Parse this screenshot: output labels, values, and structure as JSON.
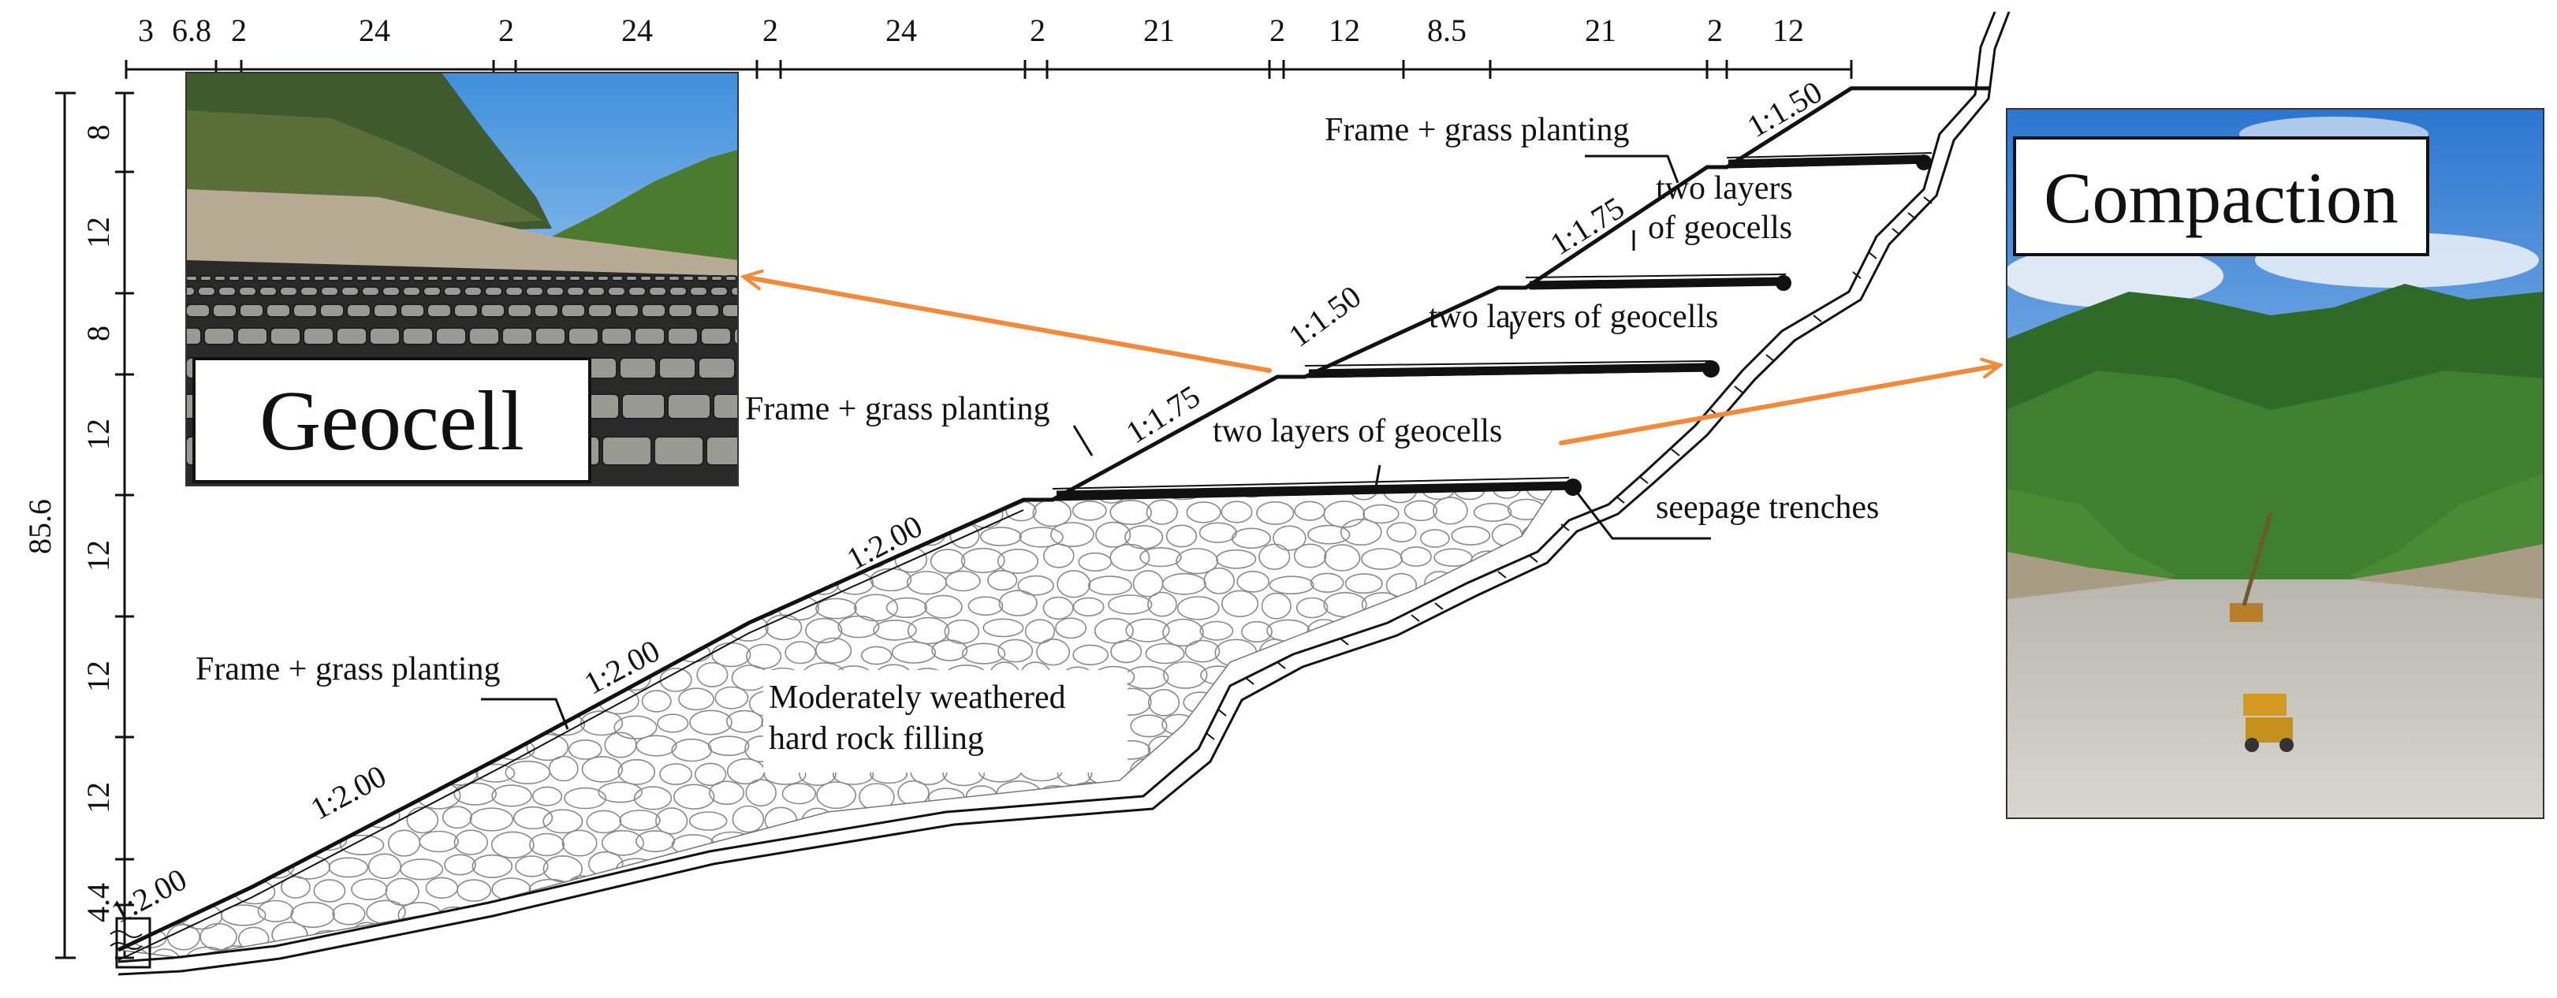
{
  "top_dimensions": [
    "3",
    "6.8",
    "2",
    "24",
    "2",
    "24",
    "2",
    "24",
    "2",
    "21",
    "2",
    "12",
    "8.5",
    "21",
    "2",
    "12"
  ],
  "left_dimensions": [
    "8",
    "12",
    "8",
    "12",
    "12",
    "12",
    "12",
    "4.4"
  ],
  "total_height": "85.6",
  "slope_ratios": [
    "1:2.00",
    "1:2.00",
    "1:2.00",
    "1:2.00",
    "1:1.75",
    "1:1.50",
    "1:1.75",
    "1:1.50"
  ],
  "labels": {
    "frame_grass": "Frame + grass planting",
    "two_layers_line1": "two layers",
    "two_layers_line2": "of geocells",
    "two_layers_geocells": "two layers of geocells",
    "seepage_trenches": "seepage trenches",
    "rock_fill_line1": "Moderately weathered",
    "rock_fill_line2": "hard rock filling"
  },
  "photos": {
    "geocell_title": "Geocell",
    "compaction_title": "Compaction"
  },
  "colors": {
    "arrow": "#f08a3c",
    "line": "#111111"
  }
}
